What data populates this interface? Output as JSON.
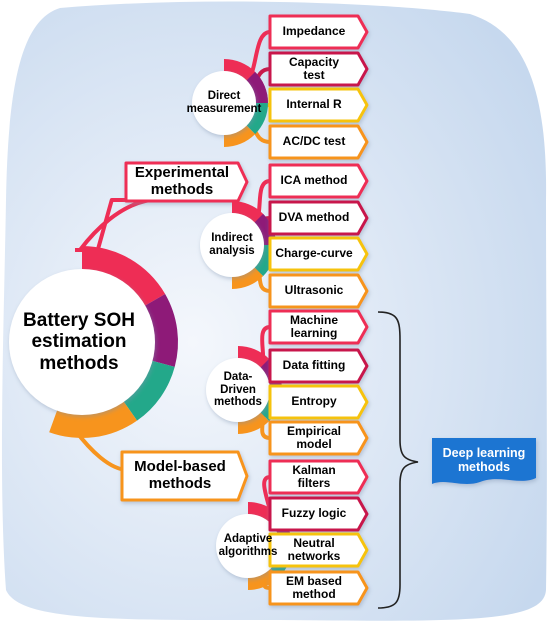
{
  "center_title": "Battery SOH\nestimation\nmethods",
  "experimental": {
    "label": "Experimental\nmethods",
    "groups": [
      {
        "hub": "Direct\nmeasurement",
        "leaves": [
          "Impedance",
          "Capacity\ntest",
          "Internal R",
          "AC/DC test"
        ]
      },
      {
        "hub": "Indirect\nanalysis",
        "leaves": [
          "ICA method",
          "DVA method",
          "Charge-curve",
          "Ultrasonic"
        ]
      }
    ]
  },
  "model_based": {
    "label": "Model-based\nmethods",
    "groups": [
      {
        "hub": "Data-\nDriven\nmethods",
        "leaves": [
          "Machine\nlearning",
          "Data fitting",
          "Entropy",
          "Empirical\nmodel"
        ]
      },
      {
        "hub": "Adaptive\nalgorithms",
        "leaves": [
          "Kalman\nfilters",
          "Fuzzy logic",
          "Neutral\nnetworks",
          "EM based\nmethod"
        ]
      }
    ]
  },
  "deep_learning": "Deep learning\nmethods",
  "colors": {
    "red": "#ee2d55",
    "purple": "#8e1a78",
    "teal": "#23a88a",
    "orange": "#f7941d",
    "yellow": "#f6c30e",
    "crimson": "#c8194b",
    "blue_button": "#1e75d2",
    "background_gradient": [
      "#dfe9f6",
      "#c9dbef"
    ]
  }
}
